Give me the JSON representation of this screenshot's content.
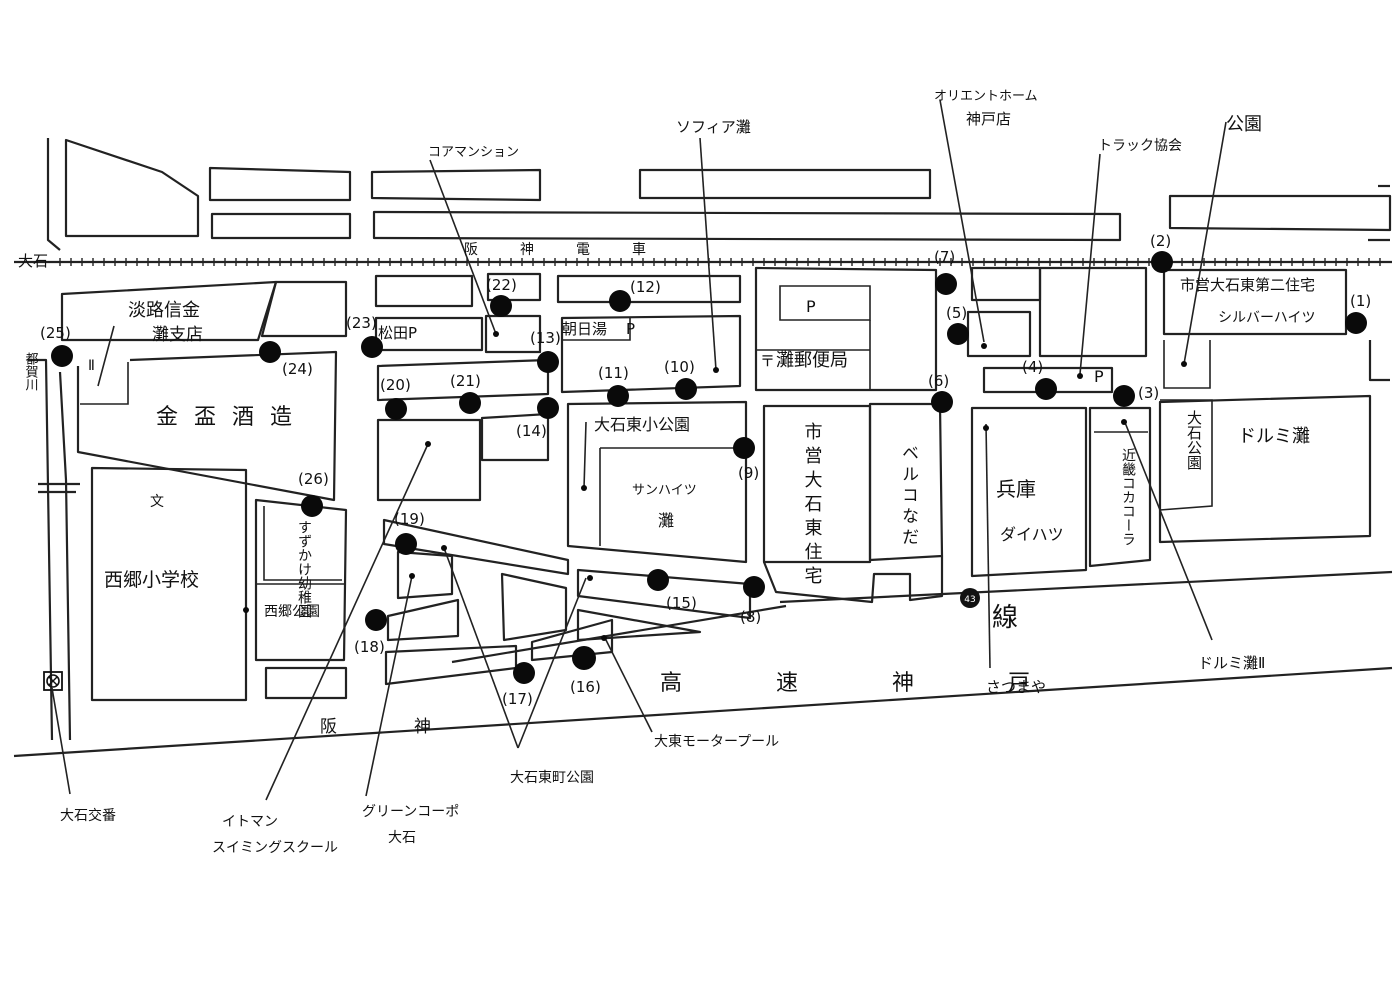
{
  "colors": {
    "ink": "#111111",
    "paper": "#ffffff"
  },
  "railway": {
    "line_label": "阪　神　電　車",
    "station_left": "大石"
  },
  "expressway": {
    "label_route": "阪　神",
    "label_name": "高　速　神　戸",
    "label_line": "線",
    "route_mark": "43"
  },
  "river": {
    "name": "都賀川"
  },
  "stops": [
    "1",
    "2",
    "3",
    "4",
    "5",
    "6",
    "7",
    "8",
    "9",
    "10",
    "11",
    "12",
    "13",
    "14",
    "15",
    "16",
    "17",
    "18",
    "19",
    "20",
    "21",
    "22",
    "23",
    "24",
    "25",
    "26"
  ],
  "places": {
    "awaji_shinkin": "淡路信金",
    "awaji_shinkin_branch": "灘支店",
    "kinpai_shuzo": "金盃酒造",
    "school_mark": "文",
    "nishigo_school": "西郷小学校",
    "suzukake_kindergarten": "すずかけ幼稚園",
    "nishigo_park": "西郷公園",
    "matsuda_parking": "松田P",
    "asahiyu": "朝日湯",
    "parking_mark": "P",
    "oishi_higashi_small_park": "大石東小公園",
    "sunheights": "サンハイツ",
    "sunheights_nada": "灘",
    "nada_post_office": "灘郵便局",
    "post_mark": "〒",
    "shiei_oishi_housing": "市営大石東住宅",
    "belcode_nada": "ベルコなだ",
    "hyogo_daihatsu_1": "兵庫",
    "hyogo_daihatsu_2": "ダイハツ",
    "kinki_cocacola": "近畿コカコーラ",
    "shiei_daini": "市営大石東第二住宅",
    "silver_heights": "シルバーハイツ",
    "oishi_park": "大石公園",
    "dormy_nada": "ドルミ灘"
  },
  "callouts": {
    "core_mansion": "コアマンション",
    "sophia_nada": "ソフィア灘",
    "orient_home_1": "オリエントホーム",
    "orient_home_2": "神戸店",
    "truck_assoc": "トラック協会",
    "park": "公園",
    "dormy_nada_2": "ドルミ灘Ⅱ",
    "satsumaya": "さつまや",
    "daito_motor_pool": "大東モータープール",
    "oishi_higashimachi_park": "大石東町公園",
    "green_corp_1": "グリーンコーポ",
    "green_corp_2": "大石",
    "itoman_1": "イトマン",
    "itoman_2": "スイミングスクール",
    "oishi_koban": "大石交番"
  }
}
